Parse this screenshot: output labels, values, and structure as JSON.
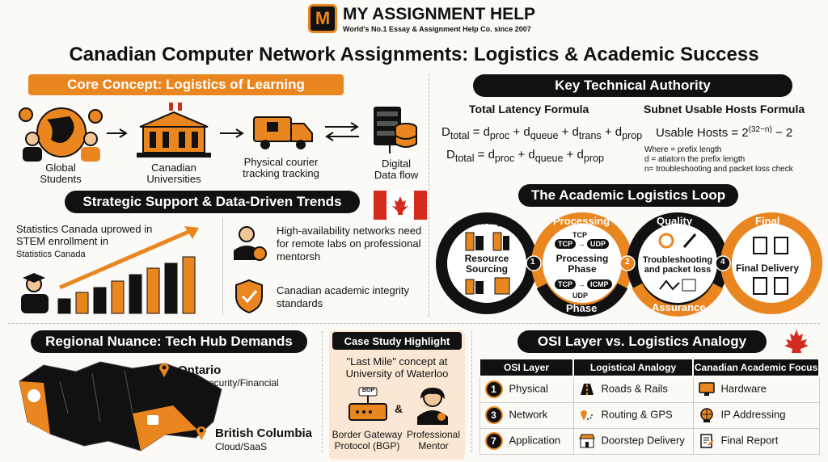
{
  "brand": {
    "logo_letter": "M",
    "name": "MY ASSIGNMENT HELP",
    "tagline": "World's No.1 Essay & Assignment Help Co. since 2007"
  },
  "title": "Canadian Computer Network Assignments: Logistics & Academic Success",
  "core": {
    "header": "Core Concept: Logistics of Learning",
    "students": "Global\nStudents",
    "universities": "Canadian\nUniversities",
    "courier": "Physical courier\ntracking tracking",
    "dataflow": "Digital\nData flow"
  },
  "strategic": {
    "header": "Strategic Support & Data-Driven Trends",
    "stat_line1": "Statistics Canada uprowed in",
    "stat_line2": "STEM enrollment in",
    "stat_line3": "Statistics Canada",
    "item1": "High-availability networks need for remote labs on professional mentorsh",
    "item2": "Canadian academic integrity standards",
    "bars": [
      18,
      26,
      32,
      40,
      48,
      56,
      62,
      70
    ],
    "bar_colors": [
      "#111",
      "#e9861f"
    ]
  },
  "authority": {
    "header": "Key Technical Authority",
    "latency_title": "Total Latency Formula",
    "subnet_title": "Subnet Usable Hosts Formula",
    "usable_hosts": "Usable Hosts = 2",
    "usable_exp": "(32−n)",
    "usable_tail": " − 2",
    "note1": "Where = prefix length",
    "note2": "d = atiatorn the prefix length",
    "note3": "n= troubleshooting and packet loss check"
  },
  "loop": {
    "header": "The Academic Logistics Loop",
    "library": "Library",
    "resource": "Resource\nSourcing",
    "processing_arc": "Processing",
    "processing": "Processing\nPhase",
    "phase_arc": "Phase",
    "quality_arc": "Quality",
    "troubleshooting": "Troubleshooting\nand packet loss",
    "assurance_arc": "Assurance",
    "final_arc": "Final",
    "final_delivery": "Final Delivery",
    "tcp": "TCP",
    "udp": "UDP",
    "icmp": "ICMP",
    "n1": "1",
    "n2": "2",
    "n4": "4"
  },
  "regional": {
    "header": "Regional Nuance: Tech Hub Demands",
    "ontario": "Ontario",
    "ontario_sub": "Cybersecurity/Financial",
    "bc": "British Columbia",
    "bc_sub": "Cloud/SaaS"
  },
  "case": {
    "header": "Case Study Highlight",
    "text": "\"Last Mile\" concept at University of Waterloo",
    "bgp_tag": "BGP",
    "amp": "&",
    "bgp": "Border Gateway\nProtocol (BGP)",
    "mentor": "Professional\nMentor"
  },
  "osi": {
    "header": "OSI Layer vs. Logistics Analogy",
    "columns": [
      "OSI Layer",
      "Logistical Analogy",
      "Canadian Academic Focus"
    ],
    "rows": [
      {
        "num": "1",
        "layer": "Physical",
        "analogy": "Roads & Rails",
        "focus": "Hardware"
      },
      {
        "num": "3",
        "layer": "Network",
        "analogy": "Routing & GPS",
        "focus": "IP Addressing"
      },
      {
        "num": "7",
        "layer": "Application",
        "analogy": "Doorstep Delivery",
        "focus": "Final Report"
      }
    ]
  },
  "colors": {
    "accent": "#e9861f",
    "dark": "#111111",
    "flag_red": "#d52b1e"
  }
}
